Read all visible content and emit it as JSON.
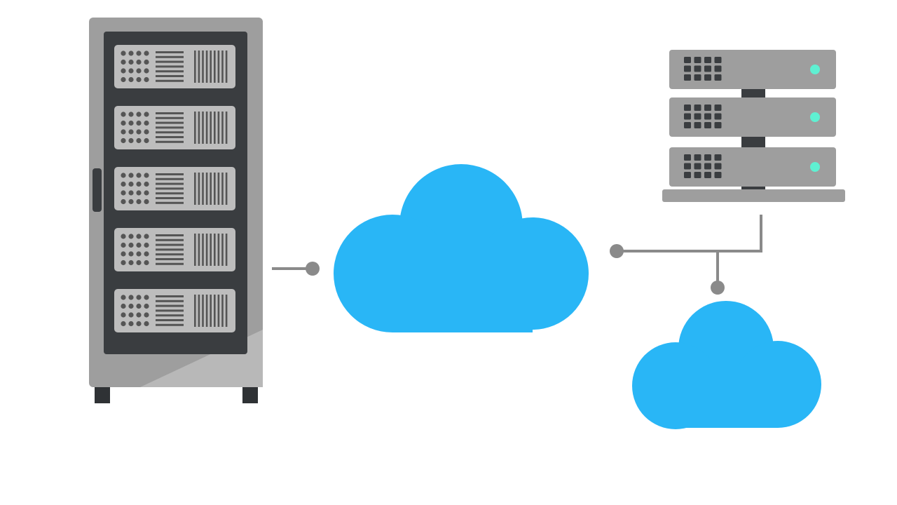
{
  "diagram": {
    "elements": [
      {
        "id": "server-rack",
        "kind": "server-rack-icon",
        "units": 5
      },
      {
        "id": "main-cloud",
        "kind": "cloud-icon"
      },
      {
        "id": "rack-server-stack",
        "kind": "server-stack-icon",
        "units": 3
      },
      {
        "id": "small-cloud",
        "kind": "cloud-icon"
      }
    ],
    "connections": [
      {
        "from": "server-rack",
        "to": "main-cloud"
      },
      {
        "from": "main-cloud",
        "to": "rack-server-stack"
      },
      {
        "from": "rack-server-stack",
        "to": "small-cloud"
      }
    ]
  },
  "colors": {
    "cloud": "#29b6f6",
    "cabinet": "#9e9e9e",
    "cabinet_dark": "#3a3d40",
    "unit_face": "#bdbdbd",
    "unit_detail": "#555555",
    "line": "#8a8a8a",
    "led": "#5ff0d2",
    "feet": "#2f3235"
  }
}
